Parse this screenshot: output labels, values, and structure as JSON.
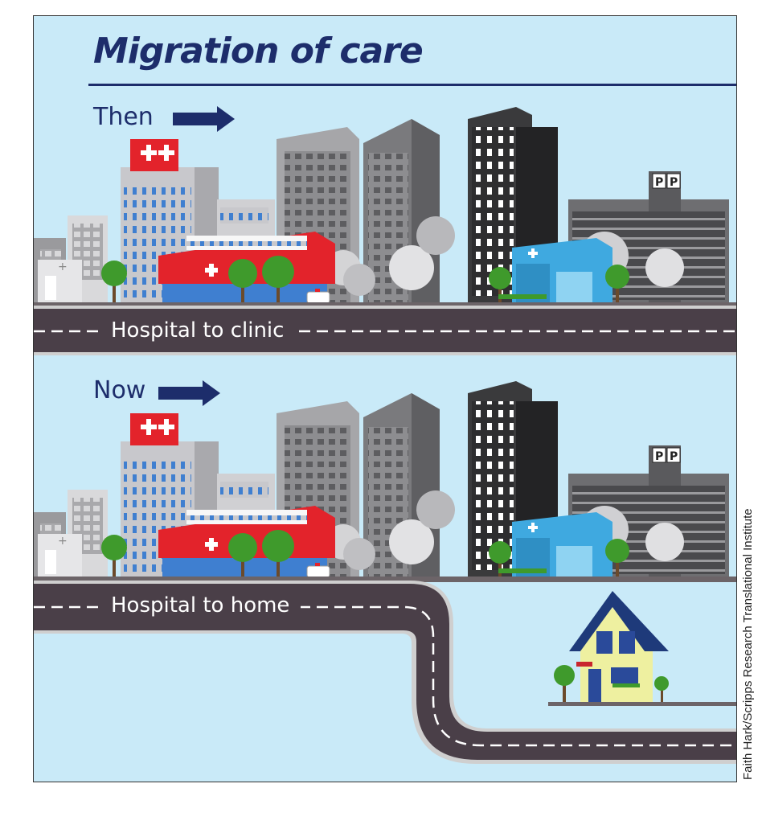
{
  "title": "Migration of care",
  "then": {
    "label": "Then",
    "road_label": "Hospital to clinic"
  },
  "now": {
    "label": "Now",
    "road_label": "Hospital to home"
  },
  "credit": "Faith Hark/Scripps Research Translational Institute",
  "colors": {
    "sky": "#c9eaf8",
    "title_navy": "#1d2d6b",
    "road": "#4a3f48",
    "road_edge": "#cfcfcf",
    "hospital_red": "#e3232b",
    "clinic_blue": "#3fa9e0",
    "tree_green": "#3f9a2c"
  }
}
